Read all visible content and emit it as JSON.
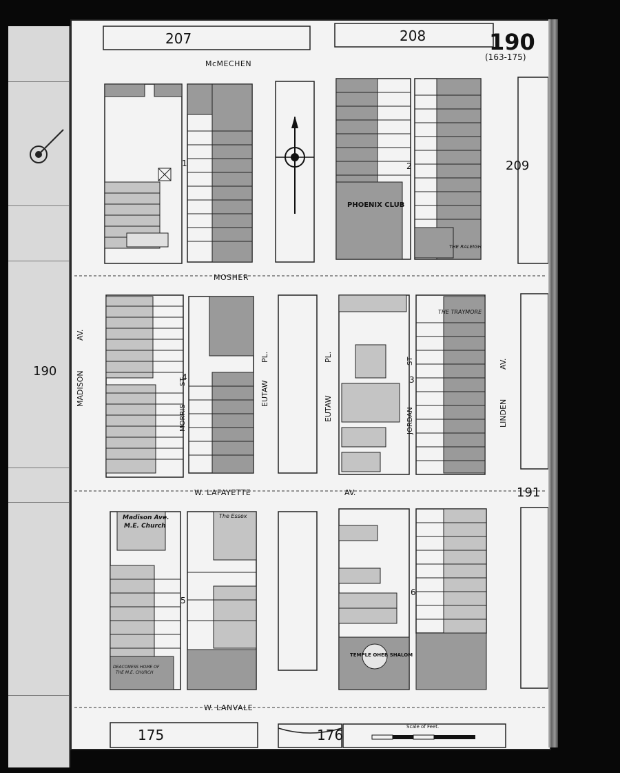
{
  "sheet": {
    "page_number": "190",
    "page_range": "(163-175)",
    "adjacent_sheets": {
      "top_left": "207",
      "top_right": "208",
      "right_top": "209",
      "right_bottom": "191",
      "bottom_left": "175",
      "bottom_right": "176",
      "left": "190"
    }
  },
  "streets": {
    "mcmechen": "McMECHEN",
    "mosher": "MOSHER",
    "w_lafayette": "W. LAFAYETTE",
    "av": "AV.",
    "w_lanvale": "W. LANVALE",
    "madison": "MADISON",
    "madison_av": "AV.",
    "morris": "MORRIS",
    "morris_st": "ST",
    "eutaw_left": "EUTAW",
    "eutaw_left_pl": "PL.",
    "eutaw_right": "EUTAW",
    "eutaw_right_pl": "PL.",
    "jordan": "JORDAN",
    "jordan_st": "ST",
    "linden": "LINDEN",
    "linden_av": "AV."
  },
  "block_numbers": [
    "1",
    "2",
    "3",
    "4",
    "5",
    "6"
  ],
  "buildings": {
    "phoenix_club": "PHOENIX CLUB",
    "the_raleigh": "THE RALEIGH",
    "the_traymore": "THE TRAYMORE",
    "the_essex": "The Essex",
    "madison_church_1": "Madison Ave.",
    "madison_church_2": "M.E. Church",
    "deaconess_home_1": "DEACONESS HOME OF",
    "deaconess_home_2": "THE M.E. CHURCH",
    "temple": "TEMPLE OHEB SHALOM",
    "scale": "Scale of Feet."
  },
  "colors": {
    "paper": "#f3f3f3",
    "shade": "#9a9a9a",
    "shade_light": "#c4c4c4",
    "ink": "#111111"
  }
}
